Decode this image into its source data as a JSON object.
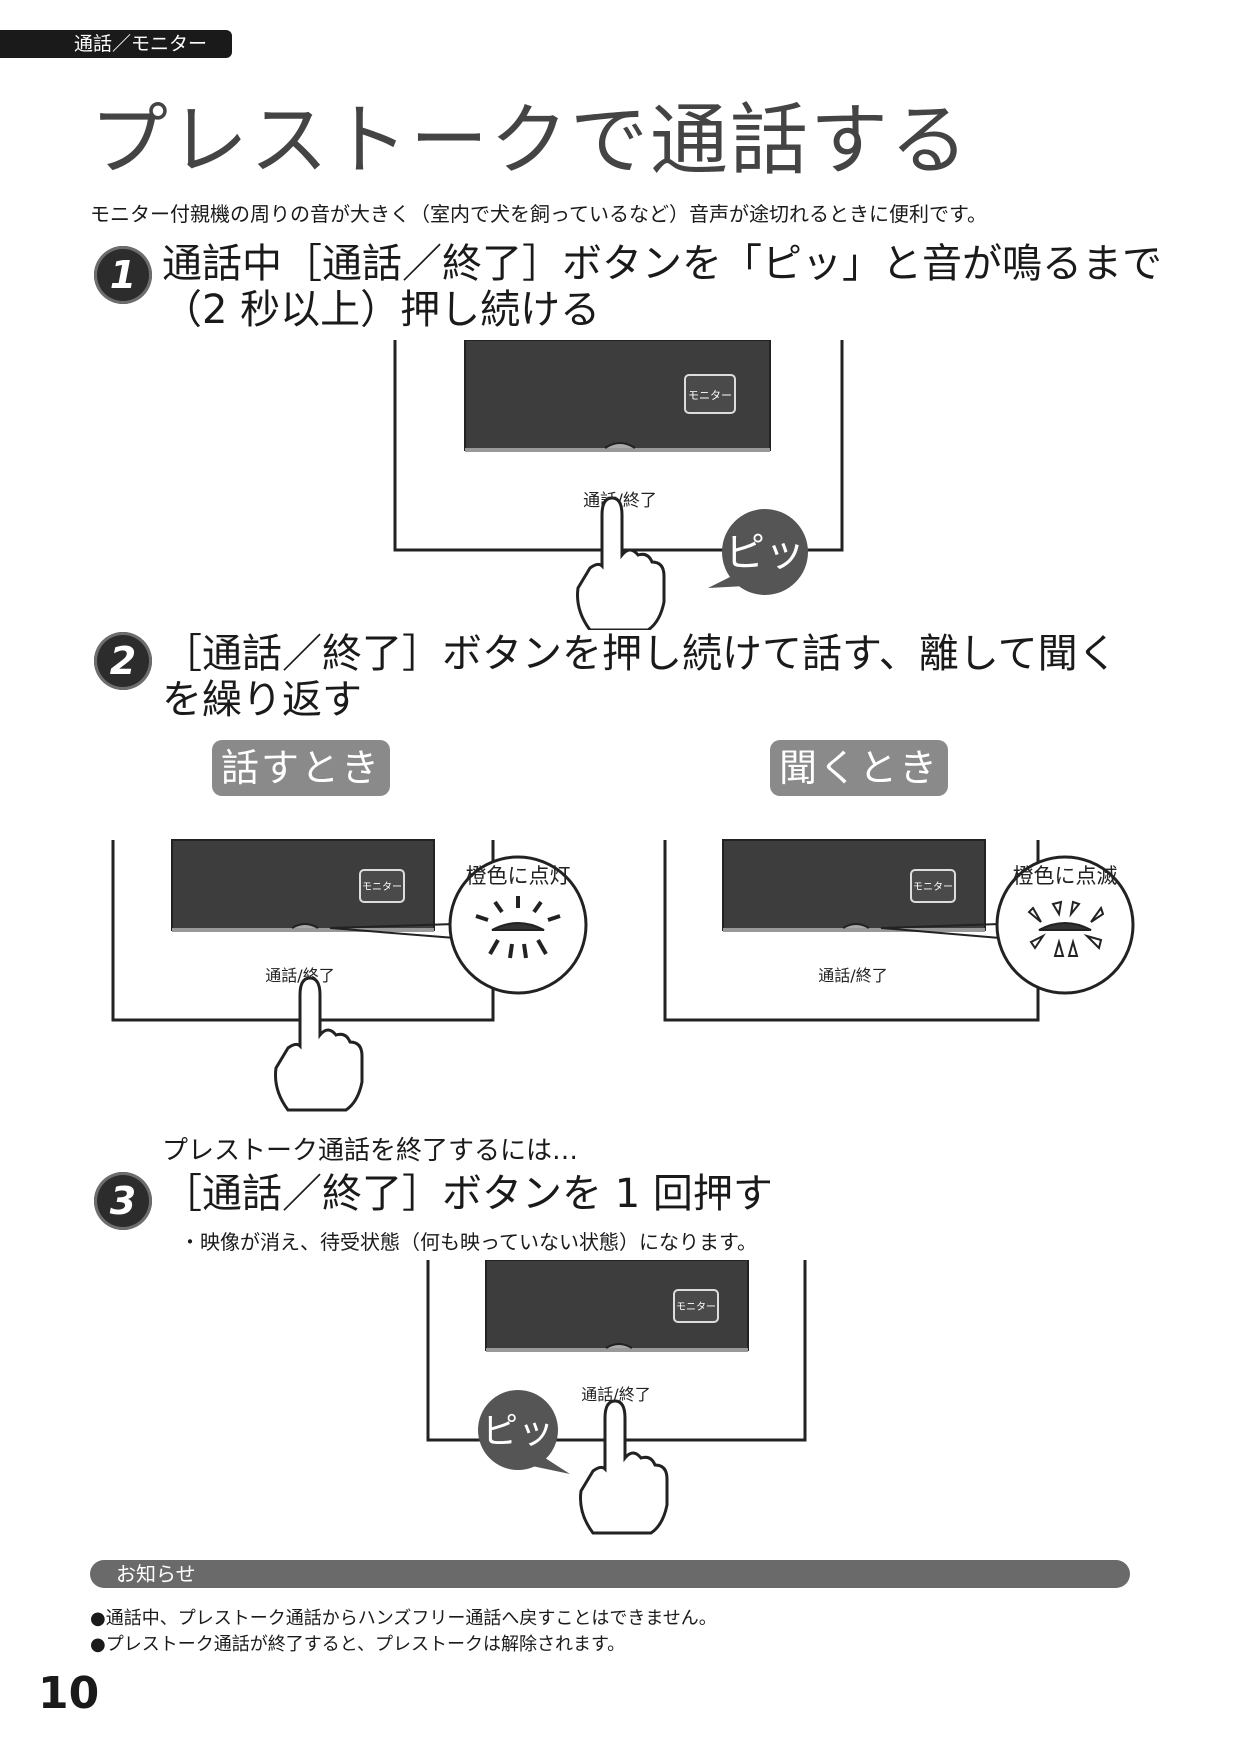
{
  "header": {
    "section_tab": "通話／モニター",
    "title": "プレストークで通話する",
    "intro": "モニター付親機の周りの音が大きく（室内で犬を飼っているなど）音声が途切れるときに便利です。"
  },
  "steps": [
    {
      "number": "1",
      "lines": [
        "通話中［通話／終了］ボタンを「ピッ」と音が鳴るまで",
        "（2 秒以上）押し続ける"
      ]
    },
    {
      "number": "2",
      "lines": [
        "［通話／終了］ボタンを押し続けて話す、離して聞く",
        "を繰り返す"
      ]
    },
    {
      "number": "3",
      "lines": [
        "［通話／終了］ボタンを 1 回押す"
      ]
    }
  ],
  "step2_labels": {
    "talk": "話すとき",
    "listen": "聞くとき"
  },
  "callouts": {
    "lit": "橙色に点灯",
    "blink": "橙色に点滅"
  },
  "device": {
    "monitor_button": "モニター",
    "talk_button": "通話/終了",
    "beep": "ピッ"
  },
  "step3_intro": "プレストーク通話を終了するには…",
  "step3_note": "・映像が消え、待受状態（何も映っていない状態）になります。",
  "notice": {
    "title": "お知らせ",
    "items": [
      "●通話中、プレストーク通話からハンズフリー通話へ戻すことはできません。",
      "●プレストーク通話が終了すると、プレストークは解除されます。"
    ]
  },
  "page_number": "10"
}
